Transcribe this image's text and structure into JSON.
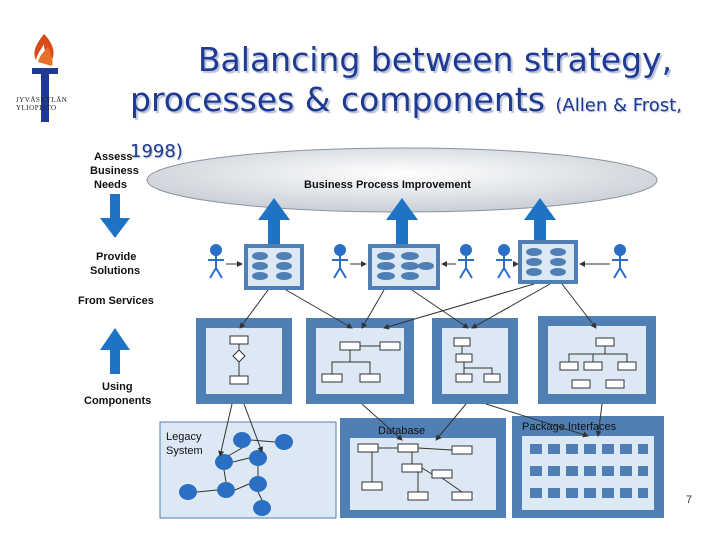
{
  "logo": {
    "text": "JYVÄSKYLÄN YLIOPISTO"
  },
  "title": {
    "line1": "Balancing between strategy,",
    "line2": "processes & components",
    "citation": "(Allen & Frost, 1998)"
  },
  "diagram": {
    "bpi_label": "Business Process Improvement",
    "left_labels": {
      "assess_1": "Assess",
      "assess_2": "Business",
      "assess_3": "Needs",
      "provide_1": "Provide",
      "provide_2": "Solutions",
      "from_services": "From Services",
      "using_1": "Using",
      "using_2": "Components"
    },
    "legacy_1": "Legacy",
    "legacy_2": "System",
    "database": "Database",
    "package_interfaces": "Package Interfaces"
  },
  "page_number": "7",
  "colors": {
    "title": "#1f3a93",
    "box": "#4f7fb4",
    "box_inner": "#dce8f4",
    "arrow": "#1f73c6",
    "people": "#2a6fc4"
  }
}
